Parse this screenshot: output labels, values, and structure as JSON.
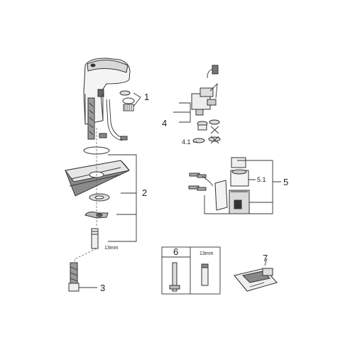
{
  "callouts": {
    "c1": "1",
    "c2": "2",
    "c3": "3",
    "c4": "4",
    "c41": "4.1",
    "c5": "5",
    "c51": "5.1",
    "c6": "6",
    "c7": "7"
  },
  "dimensions": {
    "wrench_main": "13mm",
    "wrench_box": "13mm"
  },
  "colors": {
    "ink": "#333333",
    "chrome_light": "#f2f2f2",
    "chrome_mid": "#bfbfbf",
    "dark": "#555555"
  }
}
